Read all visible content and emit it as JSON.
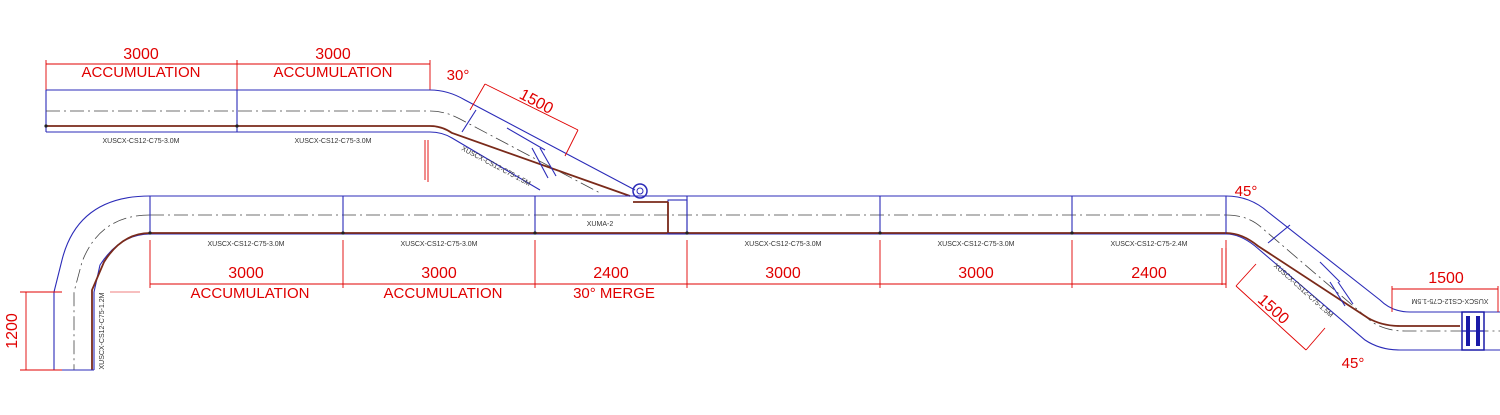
{
  "diagram": {
    "upper_line": {
      "segments": [
        {
          "length": "3000",
          "label": "ACCUMULATION",
          "part": "XUSCX-CS12-C75-3.0M"
        },
        {
          "length": "3000",
          "label": "ACCUMULATION",
          "part": "XUSCX-CS12-C75-3.0M"
        }
      ],
      "angle": "30°",
      "incline_length": "1500",
      "incline_part": "XUSCX-CS12-C75-1.5M"
    },
    "main_line": {
      "segments": [
        {
          "length": "3000",
          "label": "ACCUMULATION",
          "part": "XUSCX-CS12-C75-3.0M"
        },
        {
          "length": "3000",
          "label": "ACCUMULATION",
          "part": "XUSCX-CS12-C75-3.0M"
        },
        {
          "length": "2400",
          "label": "30° MERGE",
          "part": "XUMA-2"
        },
        {
          "length": "3000",
          "label": "",
          "part": "XUSCX-CS12-C75-3.0M"
        },
        {
          "length": "3000",
          "label": "",
          "part": "XUSCX-CS12-C75-3.0M"
        },
        {
          "length": "2400",
          "label": "",
          "part": "XUSCX-CS12-C75-2.4M"
        }
      ]
    },
    "left_end": {
      "length": "1200",
      "part": "XUSCX-CS12-C75-1.2M"
    },
    "right_section": {
      "angle_top": "45°",
      "angle_bottom": "45°",
      "incline_length": "1500",
      "incline_part": "XUSCX-CS12-C75-1.5M",
      "end_length": "1500",
      "end_part": "XUSCX-CS12-C75-1.5M"
    }
  }
}
